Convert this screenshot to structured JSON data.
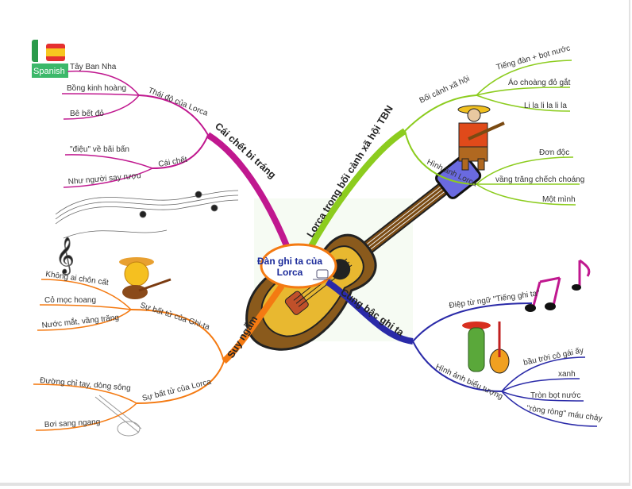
{
  "logo": {
    "label": "Spanish"
  },
  "center": {
    "line1": "Đàn ghi ta của",
    "line2": "Lorca"
  },
  "colors": {
    "magenta": "#c0188f",
    "green": "#8ccc1e",
    "blue": "#2a2aa8",
    "orange": "#f47a12",
    "center_text": "#1a2a9a"
  },
  "branches": {
    "death": {
      "label": "Cái chết bi tráng",
      "sub1": {
        "label": "Thái độ của Lorca",
        "children": [
          "Tây Ban Nha",
          "Bồng kinh hoàng",
          "Bê bết đỏ"
        ]
      },
      "sub2": {
        "label": "Cái chết",
        "children": [
          "\"điệu\" về bãi bấn",
          "Như người say rượu"
        ]
      }
    },
    "context": {
      "label": "Lorca trong bối cảnh xã hội TBN",
      "sub1": {
        "label": "Bối cảnh xã hội",
        "children": [
          "Tiếng đàn + bọt nước",
          "Áo choàng đỏ gắt",
          "Li la li la li la"
        ]
      },
      "sub2": {
        "label": "Hình ảnh Lorca",
        "children": [
          "Đơn độc",
          "vầng trăng chếch choáng",
          "Một mình"
        ]
      }
    },
    "guitar": {
      "label": "Cung bậc ghi ta",
      "sub1": {
        "label": "Điệp từ ngữ \"Tiếng ghi ta\""
      },
      "sub2": {
        "label": "Hình ảnh biểu tượng",
        "children": [
          "bầu trời cô gái ấy",
          "xanh",
          "Tròn bọt nước",
          "\"ròng ròng\" máu chảy"
        ]
      }
    },
    "reflect": {
      "label": "Suy ngẫm",
      "sub1": {
        "label": "Sự bất tử của Ghi-ta",
        "children": [
          "Không ai chôn cất",
          "Cỏ mọc hoang",
          "Nước mắt, vầng trăng"
        ]
      },
      "sub2": {
        "label": "Sự bất tử của Lorca",
        "children": [
          "Đường chỉ tay, dòng sông",
          "Bơi sang ngang"
        ]
      }
    }
  }
}
